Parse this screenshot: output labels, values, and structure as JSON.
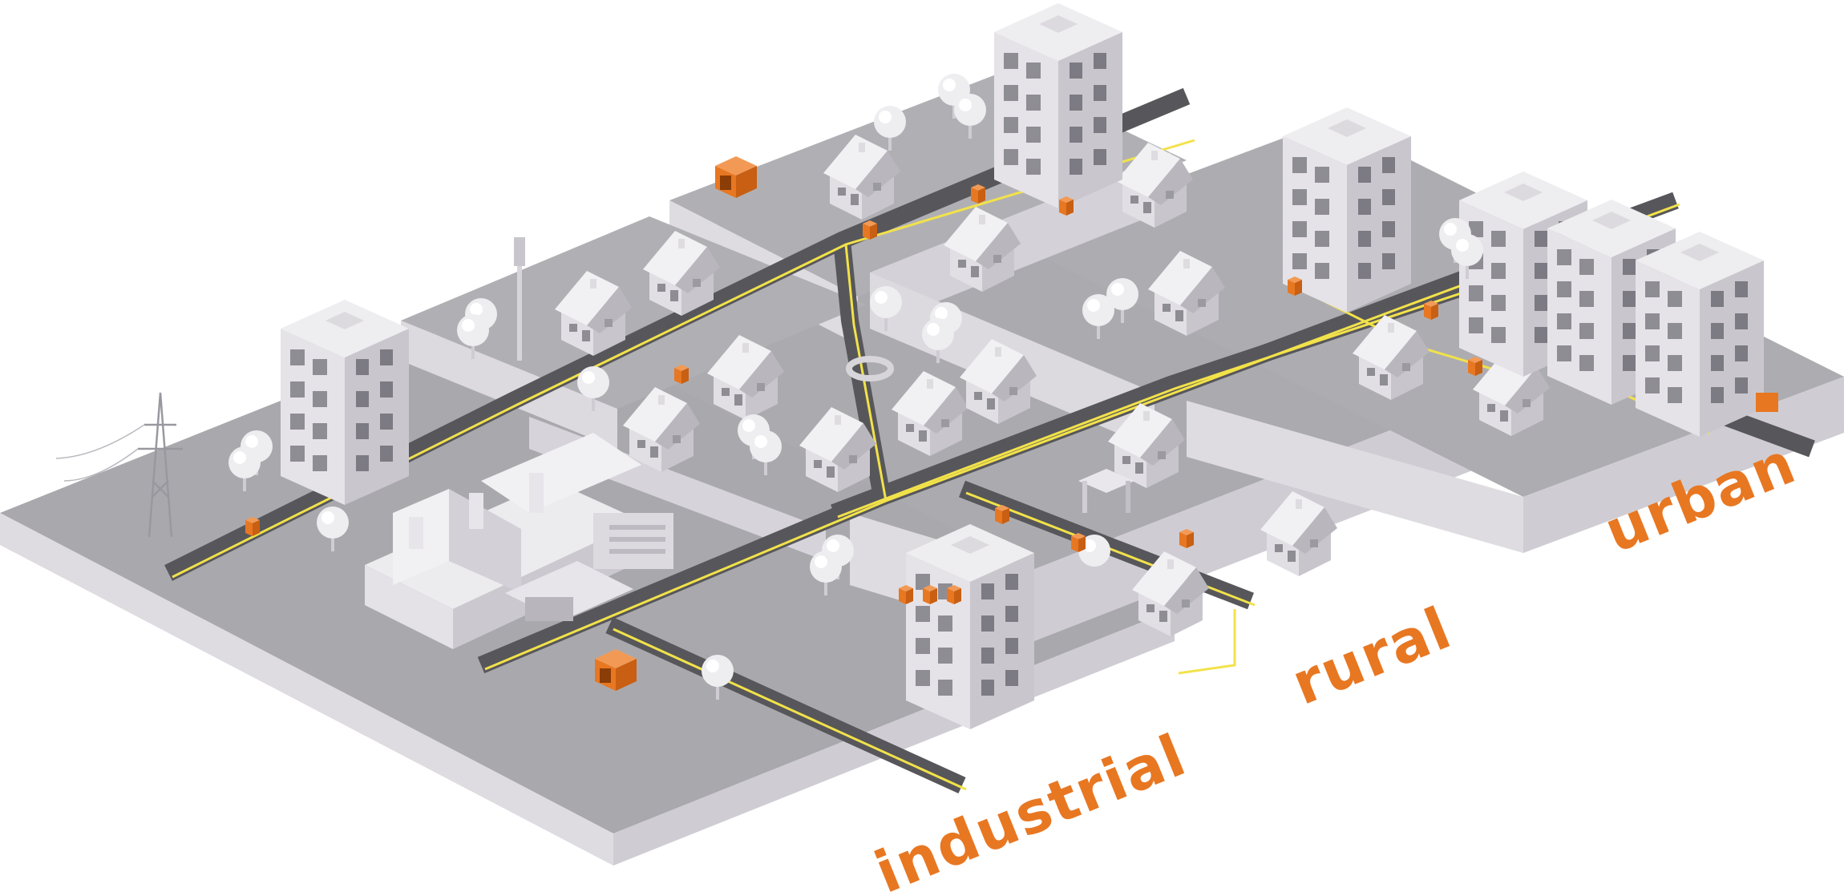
{
  "labels": {
    "industrial": "industrial",
    "rural": "rural",
    "urban": "urban"
  },
  "colors": {
    "accent": "#e87722",
    "power_line": "#f2e24a",
    "ground_top": "#a7a7ab",
    "ground_side": "#dcdadf",
    "ground_side_dark": "#cfcdd3",
    "road": "#57575b",
    "building": "#e5e3e8",
    "building_shade": "#c9c7cd",
    "window": "#8f8d94"
  },
  "icons": {
    "pylon": "power-pylon-icon",
    "antenna": "cell-antenna-icon",
    "substation": "substation-icon",
    "tree": "tree-icon",
    "house": "house-icon",
    "apartment": "apartment-building-icon",
    "factory": "factory-icon"
  }
}
